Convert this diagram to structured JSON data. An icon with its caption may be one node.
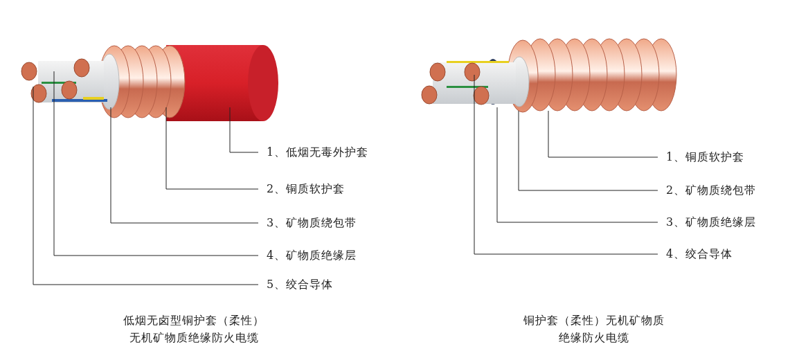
{
  "diagram": {
    "nodes": [
      {
        "text": [
          "1、低烟无毒外护套"
        ]
      },
      {
        "text": [
          "2、铜质软护套"
        ]
      },
      {
        "text": [
          "3、矿物质绕包带"
        ]
      },
      {
        "text": [
          "4、矿物质绝缘层"
        ]
      },
      {
        "text": [
          "5、绞合导体"
        ]
      },
      {
        "text": [
          "1、铜质软护套"
        ]
      },
      {
        "text": [
          "2、矿物质绕包带"
        ]
      },
      {
        "text": [
          "3、矿物质绝缘层"
        ]
      },
      {
        "text": [
          "4、绞合导体"
        ]
      }
    ],
    "edges": [
      {
        "from": 0,
        "to": null,
        "arrow": "none"
      },
      {
        "from": 1,
        "to": null,
        "arrow": "none"
      },
      {
        "from": 2,
        "to": null,
        "arrow": "none"
      },
      {
        "from": 3,
        "to": null,
        "arrow": "none"
      },
      {
        "from": 4,
        "to": null,
        "arrow": "none"
      },
      {
        "from": 5,
        "to": null,
        "arrow": "none"
      },
      {
        "from": 6,
        "to": null,
        "arrow": "none"
      },
      {
        "from": 7,
        "to": null,
        "arrow": "none"
      },
      {
        "from": 8,
        "to": null,
        "arrow": "none"
      }
    ],
    "labels": [
      "低烟无卤型铜护套（柔性）无机矿物质绝缘防火电缆",
      "铜护套（柔性）无机矿物质绝缘防火电缆"
    ]
  }
}
